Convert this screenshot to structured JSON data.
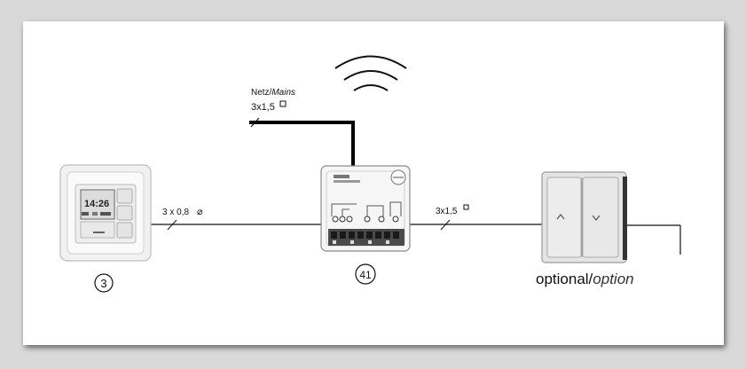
{
  "labels": {
    "mains_de": "Netz/",
    "mains_en": "Mains",
    "mains_cable": "3x1,5",
    "left_cable": "3 x 0,8",
    "left_cable_symbol": "⌀",
    "right_cable": "3x1,5",
    "device_left_number": "3",
    "device_center_number": "41",
    "optional_de": "optional/",
    "optional_en": "option",
    "thermostat_display": "14:26"
  },
  "icons": {
    "wireless": "wifi-signal-icon",
    "cable_square": "square-symbol-icon",
    "diameter": "diameter-symbol-icon"
  }
}
